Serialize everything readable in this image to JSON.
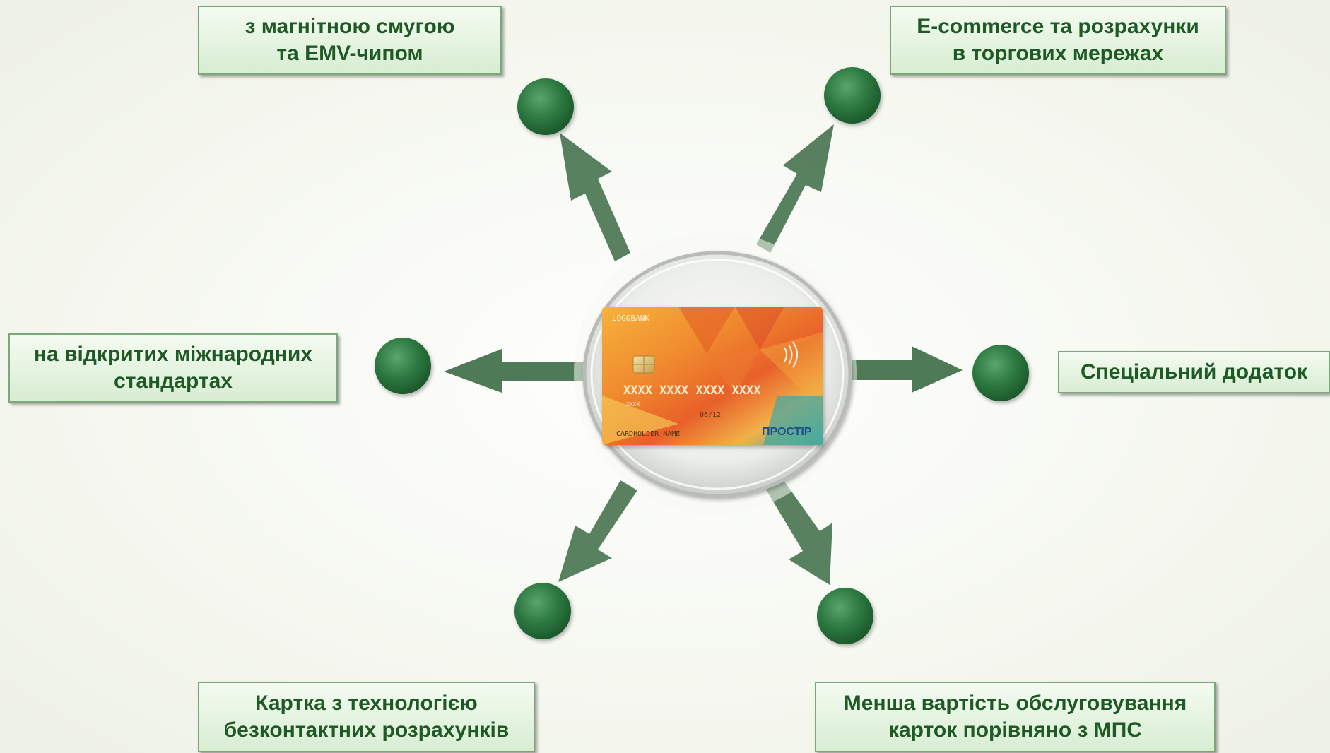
{
  "labels": {
    "top_left": [
      "з магнітною смугою",
      "та EMV-чипом"
    ],
    "top_right": [
      "E-commerce та розрахунки",
      "в торгових мережах"
    ],
    "left": [
      "на відкритих міжнародних",
      "стандартах"
    ],
    "right": [
      "Спеціальний додаток"
    ],
    "bottom_left": [
      "Картка з технологією",
      "безконтактних розрахунків"
    ],
    "bottom_right": [
      "Менша вартість обслуговування",
      "карток порівняно з МПС"
    ]
  },
  "card": {
    "bank_logo": "LOGOBANK",
    "number": "XXXX  XXXX  XXXX  XXXX",
    "number_small": "XXXX",
    "valid_thru": "06/12",
    "holder": "CARDHOLDER NAME",
    "brand": "ПРОСТІР"
  },
  "colors": {
    "node": "#2e7a42",
    "arrow": "#3c6b45",
    "label_text": "#1f5a26",
    "label_border": "#7aa87a"
  }
}
